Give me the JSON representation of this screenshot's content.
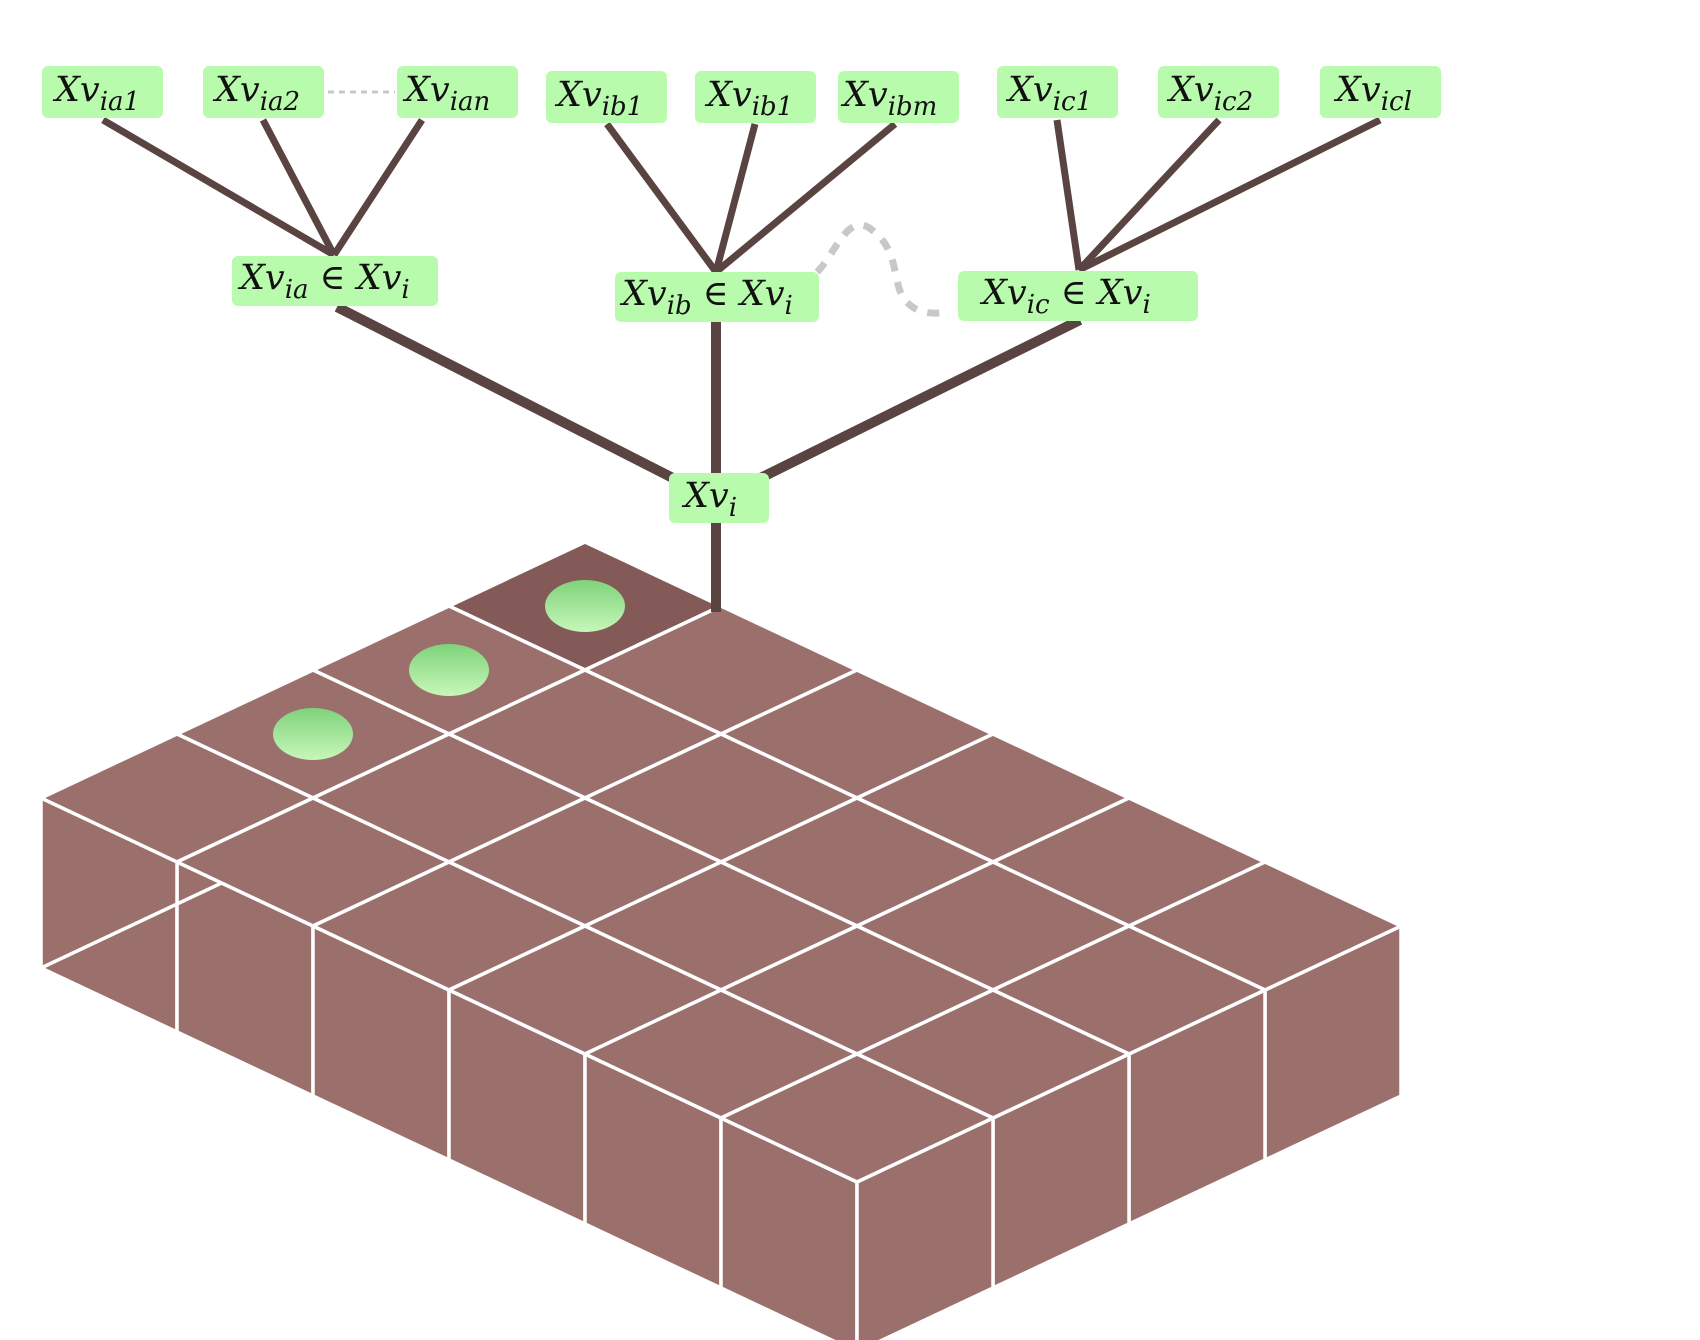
{
  "diagram": {
    "root": {
      "base": "Xv",
      "sub": "i",
      "suffix": ""
    },
    "groups": [
      {
        "id": "a",
        "node": {
          "base": "Xv",
          "sub": "ia",
          "suffix": " ∈ Xv",
          "suffix_sub": "i"
        },
        "leaves": [
          {
            "base": "Xv",
            "sub": "ia1"
          },
          {
            "base": "Xv",
            "sub": "ia2"
          },
          {
            "base": "Xv",
            "sub": "ian"
          }
        ]
      },
      {
        "id": "b",
        "node": {
          "base": "Xv",
          "sub": "ib",
          "suffix": " ∈ Xv",
          "suffix_sub": "i"
        },
        "leaves": [
          {
            "base": "Xv",
            "sub": "ib1"
          },
          {
            "base": "Xv",
            "sub": "ib1"
          },
          {
            "base": "Xv",
            "sub": "ibm"
          }
        ]
      },
      {
        "id": "c",
        "node": {
          "base": "Xv",
          "sub": "ic",
          "suffix": " ∈ Xv",
          "suffix_sub": "i"
        },
        "leaves": [
          {
            "base": "Xv",
            "sub": "ic1"
          },
          {
            "base": "Xv",
            "sub": "ic2"
          },
          {
            "base": "Xv",
            "sub": "icl"
          }
        ]
      }
    ],
    "grid": {
      "columns": 6,
      "rows": 4,
      "highlighted_cell": [
        0,
        0
      ],
      "marked_cells": [
        [
          0,
          0
        ],
        [
          0,
          1
        ],
        [
          0,
          2
        ]
      ]
    },
    "colors": {
      "cell_fill": "#9b6f6c",
      "cell_highlight": "#835a58",
      "grid_lines": "#ffffff",
      "edge": "#5a4442",
      "node_fill": "#b9fbad",
      "marker_top": "#7fd27a",
      "marker_bottom": "#c7f7b9",
      "dashed_link": "#c8c8c8"
    }
  }
}
